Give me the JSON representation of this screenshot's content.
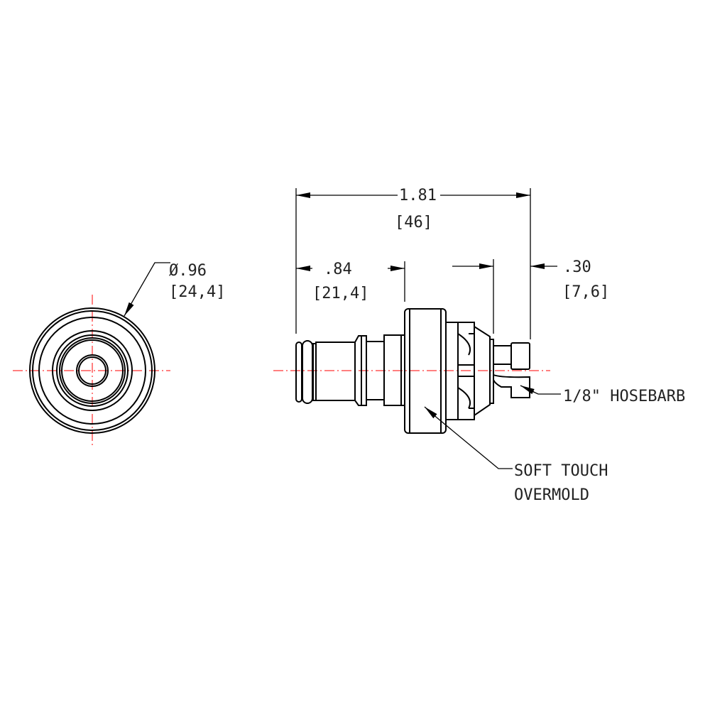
{
  "end_view": {
    "diameter_label": "Ø.96",
    "diameter_metric": "[24,4]"
  },
  "side_view": {
    "overall_length": "1.81",
    "overall_length_metric": "[46]",
    "plug_length": ".84",
    "plug_length_metric": "[21,4]",
    "barb_length": ".30",
    "barb_length_metric": "[7,6]",
    "hosebarb_callout": "1/8\" HOSEBARB",
    "overmold_callout_line1": "SOFT TOUCH",
    "overmold_callout_line2": "OVERMOLD"
  },
  "colors": {
    "centerline": "#ff0000",
    "linework": "#000000"
  }
}
